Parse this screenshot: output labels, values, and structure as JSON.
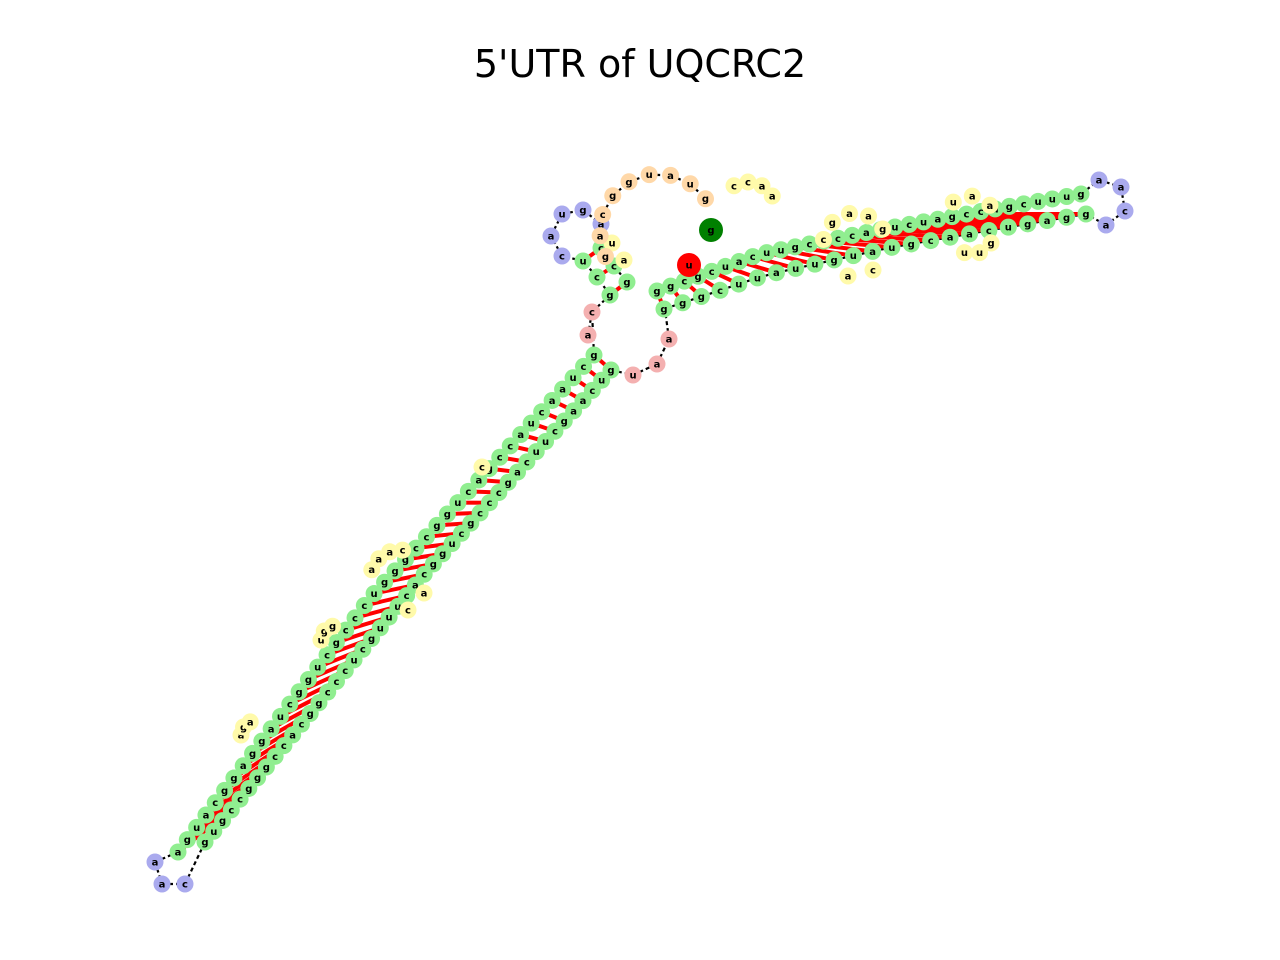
{
  "title": "5'UTR of UQCRC2",
  "colors": {
    "stem": "#90ee90",
    "interior_loop": "#fffaaa",
    "hairpin_loop": "#aaaaee",
    "multiloop": "#ffd8a8",
    "external": "#f4b0b0",
    "five_prime_end": "#008000",
    "three_prime_end": "#ff0000",
    "backbone": "#000000",
    "pair_bond": "#ff0000"
  },
  "structure": {
    "long_arm": {
      "strand_a": "gcuaacuaccgacuggccgggucccgcuggcuaggaggcauga",
      "strand_b": "gucaagcuucagcccgcuggcacuuugcucccggcaccgggccgug",
      "apex_loop": "aac"
    },
    "small_hairpin": {
      "stem_a": "gcu",
      "stem_b": "gccu",
      "loop": "augc"
    },
    "right_arm": {
      "strand_a": "ggcgcuacuugcgccagucuagccugcuuug",
      "strand_b": "gggcuuauuguaugcaacugagg",
      "apex_loop": "aaca"
    },
    "multiloop_labels": [
      "g",
      "a",
      "c",
      "g",
      "g",
      "u",
      "a",
      "u"
    ],
    "junction_labels": [
      "c",
      "a",
      "u",
      "a",
      "a"
    ],
    "five_prime_label": "g",
    "three_prime_label": "u"
  }
}
